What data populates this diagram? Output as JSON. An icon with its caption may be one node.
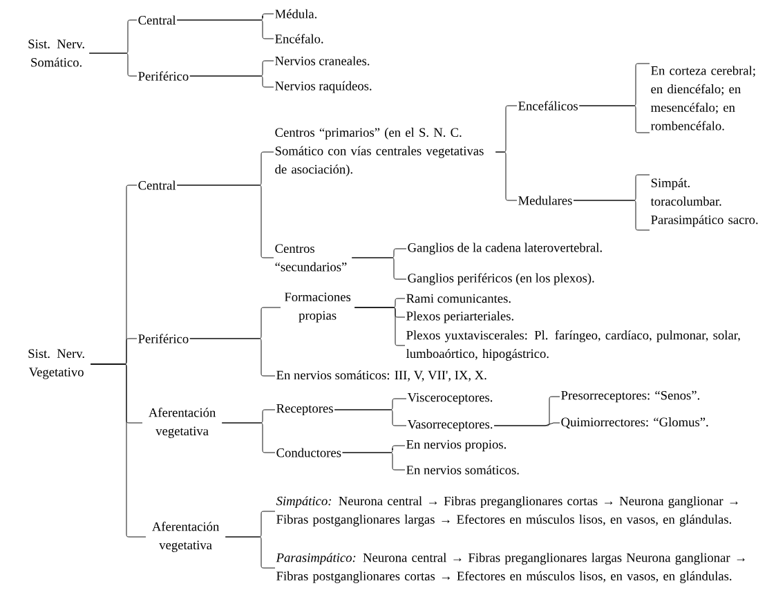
{
  "diagram": {
    "nodes": [
      {
        "text": [
          "Sist. Nerv. Somático."
        ]
      },
      {
        "text": [
          "Central"
        ]
      },
      {
        "text": [
          "Periférico"
        ]
      },
      {
        "text": [
          "Médula."
        ]
      },
      {
        "text": [
          "Encéfalo."
        ]
      },
      {
        "text": [
          "Nervios craneales."
        ]
      },
      {
        "text": [
          "Nervios raquídeos."
        ]
      },
      {
        "text": [
          "Sist. Nerv. Vegetativo"
        ]
      },
      {
        "text": [
          "Central"
        ]
      },
      {
        "text": [
          "Centros “primarios” (en el S. N. C. Somático con vías centrales vegetativas de asociación)."
        ]
      },
      {
        "text": [
          "Encefálicos"
        ]
      },
      {
        "text": [
          "En corteza cerebral; en diencéfalo; en mesencéfalo; en rombencéfalo."
        ]
      },
      {
        "text": [
          "Medulares"
        ]
      },
      {
        "text": [
          "Simpát. toracolumbar. Parasimpático sacro."
        ]
      },
      {
        "text": [
          "Centros “secundarios”"
        ]
      },
      {
        "text": [
          "Ganglios de la cadena laterovertebral."
        ]
      },
      {
        "text": [
          "Ganglios periféricos (en los plexos)."
        ]
      },
      {
        "text": [
          "Periférico"
        ]
      },
      {
        "text": [
          "Formaciones propias"
        ]
      },
      {
        "text": [
          "Rami comunicantes."
        ]
      },
      {
        "text": [
          "Plexos periarteriales."
        ]
      },
      {
        "text": [
          "Plexos yuxtaviscerales: Pl. faríngeo, cardíaco, pulmonar, solar, lumboaórtico, hipogástrico."
        ]
      },
      {
        "text": [
          "En nervios somáticos: III, V, VII', IX, X."
        ]
      },
      {
        "text": [
          "Aferentación vegetativa"
        ]
      },
      {
        "text": [
          "Receptores"
        ]
      },
      {
        "text": [
          "Visceroceptores."
        ]
      },
      {
        "text": [
          "Vasorreceptores."
        ]
      },
      {
        "text": [
          "Presorreceptores: “Senos”."
        ]
      },
      {
        "text": [
          "Quimiorrectores: “Glomus”."
        ]
      },
      {
        "text": [
          "Conductores"
        ]
      },
      {
        "text": [
          "En nervios propios."
        ]
      },
      {
        "text": [
          "En nervios somáticos."
        ]
      },
      {
        "text": [
          "Aferentación vegetativa"
        ]
      },
      {
        "text": [
          "*Simpático:* Neurona central → Fibras preganglionares cortas → Neurona ganglionar → Fibras postganglionares largas → Efectores en músculos lisos, en vasos, en glándulas."
        ]
      },
      {
        "text": [
          "*Parasimpático:* Neurona central → Fibras preganglionares largas Neurona ganglionar → Fibras postganglionares cortas → Efectores en músculos lisos, en vasos, en glándulas."
        ]
      }
    ],
    "edges": [
      {
        "from": 0,
        "to": 1,
        "arrow": "none"
      },
      {
        "from": 0,
        "to": 2,
        "arrow": "none"
      },
      {
        "from": 1,
        "to": 3,
        "arrow": "none"
      },
      {
        "from": 1,
        "to": 4,
        "arrow": "none"
      },
      {
        "from": 2,
        "to": 5,
        "arrow": "none"
      },
      {
        "from": 2,
        "to": 6,
        "arrow": "none"
      },
      {
        "from": 7,
        "to": 8,
        "arrow": "none"
      },
      {
        "from": 7,
        "to": 17,
        "arrow": "none"
      },
      {
        "from": 7,
        "to": 23,
        "arrow": "none"
      },
      {
        "from": 7,
        "to": 32,
        "arrow": "none"
      },
      {
        "from": 8,
        "to": 9,
        "arrow": "none"
      },
      {
        "from": 8,
        "to": 14,
        "arrow": "none"
      },
      {
        "from": 9,
        "to": 10,
        "arrow": "none"
      },
      {
        "from": 9,
        "to": 12,
        "arrow": "none"
      },
      {
        "from": 10,
        "to": 11,
        "arrow": "none"
      },
      {
        "from": 12,
        "to": 13,
        "arrow": "none"
      },
      {
        "from": 14,
        "to": 15,
        "arrow": "none"
      },
      {
        "from": 14,
        "to": 16,
        "arrow": "none"
      },
      {
        "from": 17,
        "to": 18,
        "arrow": "none"
      },
      {
        "from": 17,
        "to": 22,
        "arrow": "none"
      },
      {
        "from": 18,
        "to": 19,
        "arrow": "none"
      },
      {
        "from": 18,
        "to": 20,
        "arrow": "none"
      },
      {
        "from": 18,
        "to": 21,
        "arrow": "none"
      },
      {
        "from": 23,
        "to": 24,
        "arrow": "none"
      },
      {
        "from": 23,
        "to": 29,
        "arrow": "none"
      },
      {
        "from": 24,
        "to": 25,
        "arrow": "none"
      },
      {
        "from": 24,
        "to": 26,
        "arrow": "none"
      },
      {
        "from": 26,
        "to": 27,
        "arrow": "none"
      },
      {
        "from": 26,
        "to": 28,
        "arrow": "none"
      },
      {
        "from": 29,
        "to": 30,
        "arrow": "none"
      },
      {
        "from": 29,
        "to": 31,
        "arrow": "none"
      },
      {
        "from": 32,
        "to": 33,
        "arrow": "none"
      },
      {
        "from": 32,
        "to": 34,
        "arrow": "none"
      }
    ]
  }
}
